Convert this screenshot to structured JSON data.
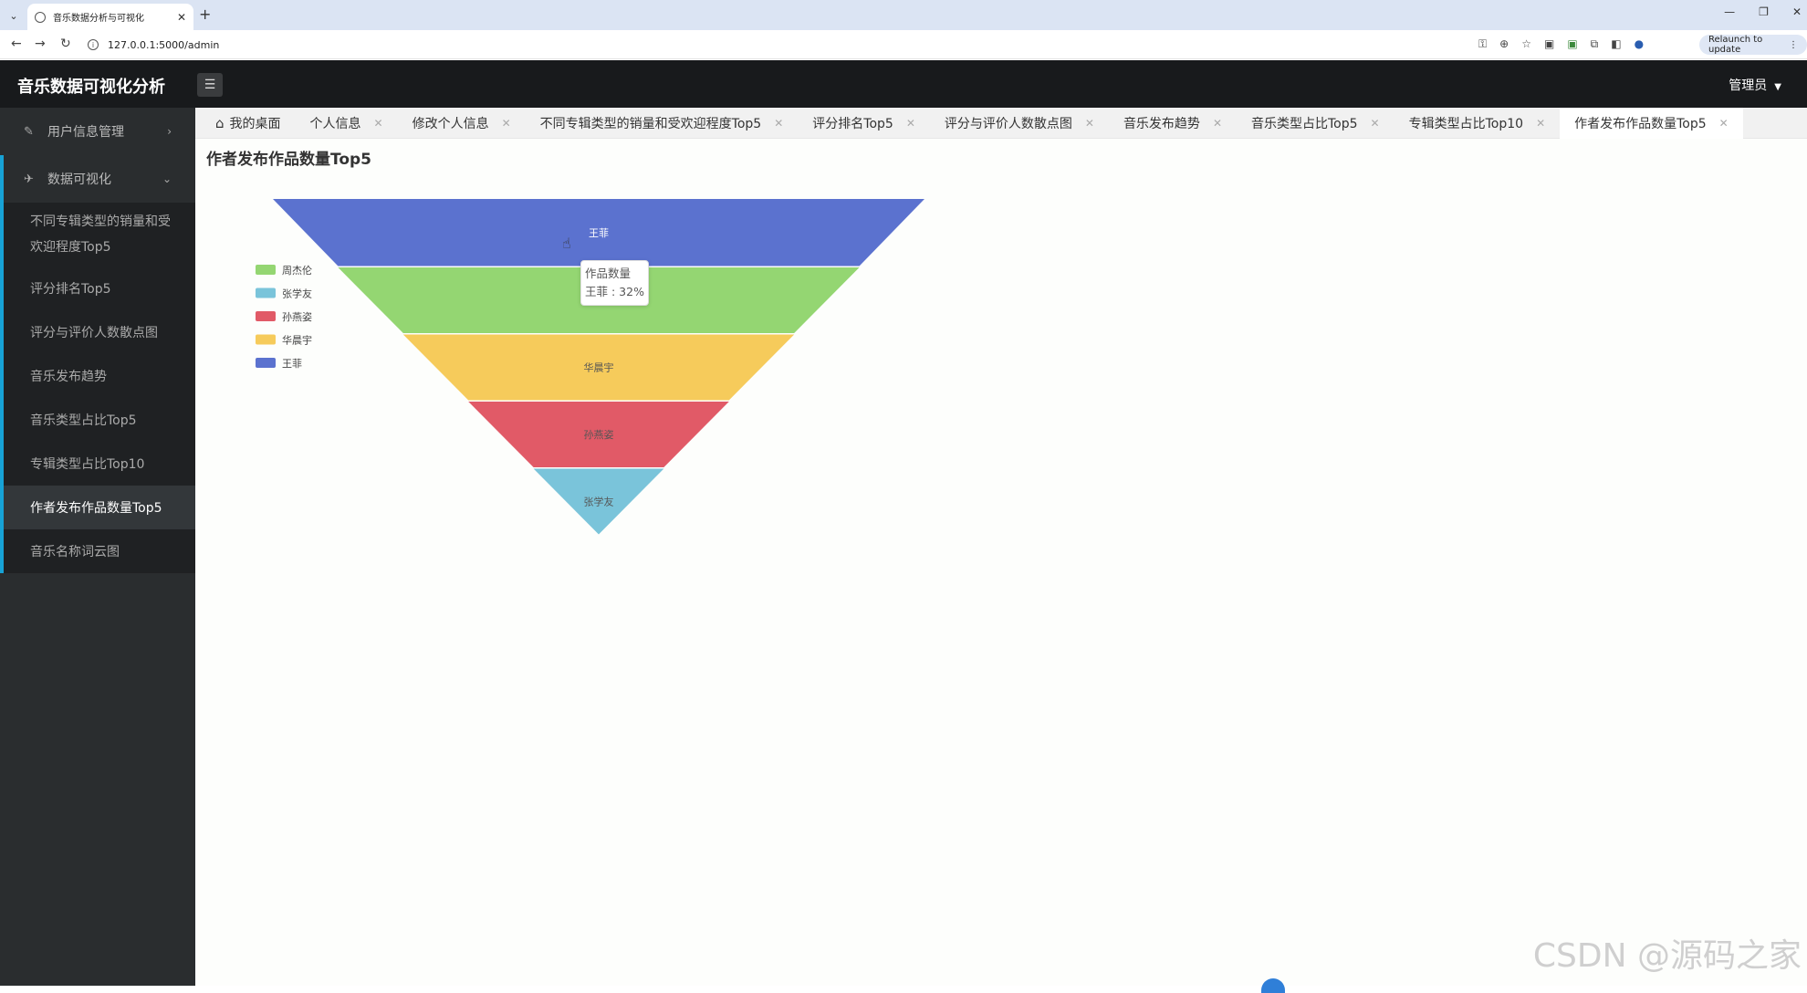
{
  "browser": {
    "tab_title": "音乐数据分析与可视化",
    "url": "127.0.0.1:5000/admin",
    "relaunch_label": "Relaunch to update"
  },
  "header": {
    "logo": "音乐数据可视化分析",
    "user": "管理员"
  },
  "sidebar": {
    "groups": [
      {
        "label": "用户信息管理"
      },
      {
        "label": "数据可视化"
      }
    ],
    "items": [
      {
        "label": "不同专辑类型的销量和受欢迎程度Top5"
      },
      {
        "label": "评分排名Top5"
      },
      {
        "label": "评分与评价人数散点图"
      },
      {
        "label": "音乐发布趋势"
      },
      {
        "label": "音乐类型占比Top5"
      },
      {
        "label": "专辑类型占比Top10"
      },
      {
        "label": "作者发布作品数量Top5"
      },
      {
        "label": "音乐名称词云图"
      }
    ]
  },
  "tabs": [
    {
      "label": "我的桌面"
    },
    {
      "label": "个人信息"
    },
    {
      "label": "修改个人信息"
    },
    {
      "label": "不同专辑类型的销量和受欢迎程度Top5"
    },
    {
      "label": "评分排名Top5"
    },
    {
      "label": "评分与评价人数散点图"
    },
    {
      "label": "音乐发布趋势"
    },
    {
      "label": "音乐类型占比Top5"
    },
    {
      "label": "专辑类型占比Top10"
    },
    {
      "label": "作者发布作品数量Top5"
    }
  ],
  "page_title": "作者发布作品数量Top5",
  "tooltip": {
    "series": "作品数量",
    "value": "王菲 : 32%"
  },
  "watermark": "CSDN @源码之家",
  "chart_data": {
    "type": "funnel",
    "title": "作者发布作品数量Top5",
    "series_name": "作品数量",
    "sort": "descending",
    "legend_position": "left",
    "categories": [
      "王菲",
      "周杰伦",
      "华晨宇",
      "孙燕姿",
      "张学友"
    ],
    "legend": [
      "周杰伦",
      "张学友",
      "孙燕姿",
      "华晨宇",
      "王菲"
    ],
    "colors": {
      "王菲": "#5b72cf",
      "周杰伦": "#94d672",
      "华晨宇": "#f6cb5b",
      "孙燕姿": "#e15a67",
      "张学友": "#7ac4da"
    }
  }
}
